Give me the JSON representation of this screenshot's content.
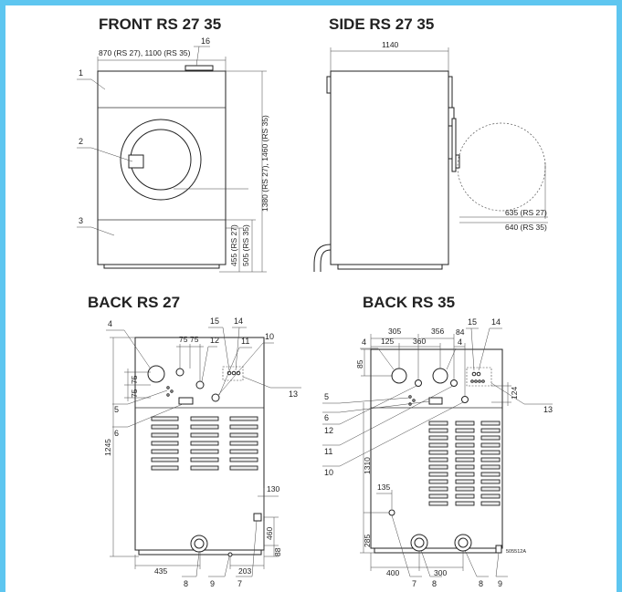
{
  "titles": {
    "front": "FRONT RS 27 35",
    "side": "SIDE RS 27 35",
    "back27": "BACK RS 27",
    "back35": "BACK RS 35"
  },
  "front": {
    "dims": {
      "width": "870 (RS 27), 1100 (RS 35)",
      "height": "1380 (RS 27), 1460 (RS 35)",
      "h455": "455 (RS 27)",
      "h505": "505 (RS 35)"
    },
    "labels": [
      "1",
      "2",
      "3",
      "16"
    ]
  },
  "side": {
    "dims": {
      "depth": "1140",
      "door27": "635 (RS 27)",
      "door35": "640 (RS 35)"
    }
  },
  "back27": {
    "dims": {
      "d75a": "75",
      "d75b": "75",
      "d75c": "75",
      "d75d": "75",
      "d1245": "1245",
      "d130": "130",
      "d460": "460",
      "d88": "88",
      "d435": "435",
      "d203": "203"
    },
    "labels": [
      "4",
      "12",
      "15",
      "14",
      "11",
      "10",
      "13",
      "5",
      "6",
      "8",
      "9",
      "7"
    ]
  },
  "back35": {
    "dims": {
      "d305": "305",
      "d356": "356",
      "d125": "125",
      "d360": "360",
      "d84": "84",
      "d85": "85",
      "d124": "124",
      "d1310": "1310",
      "d135": "135",
      "d285": "285",
      "d400": "400",
      "d300": "300"
    },
    "labels": [
      "4",
      "4",
      "15",
      "14",
      "5",
      "6",
      "12",
      "11",
      "10",
      "13",
      "7",
      "8",
      "8",
      "9"
    ],
    "code": "505512A"
  }
}
